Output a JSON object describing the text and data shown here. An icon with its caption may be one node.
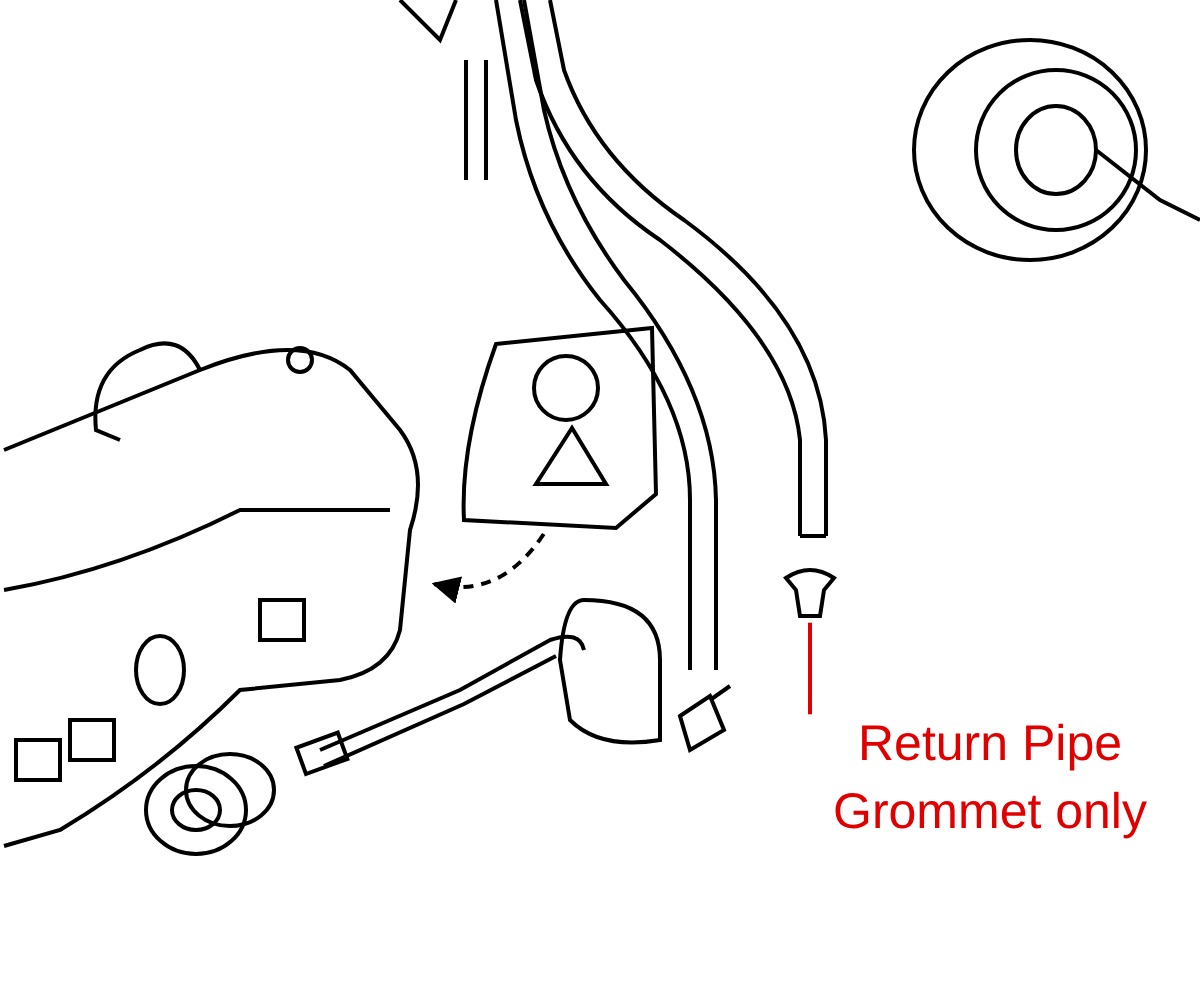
{
  "diagram": {
    "nodes": [
      {
        "text": [
          "Return Pipe Grommet only"
        ]
      },
      {
        "text": [],
        "shape": "picture"
      },
      {
        "text": [],
        "shape": "picture"
      },
      {
        "text": [],
        "shape": "picture"
      }
    ],
    "edges": [
      {
        "from": 0,
        "to": 1,
        "arrow": "none",
        "color": "#e00000"
      },
      {
        "from": 2,
        "to": 3,
        "arrow": "to",
        "style": "dashed",
        "color": "#000000"
      }
    ]
  }
}
